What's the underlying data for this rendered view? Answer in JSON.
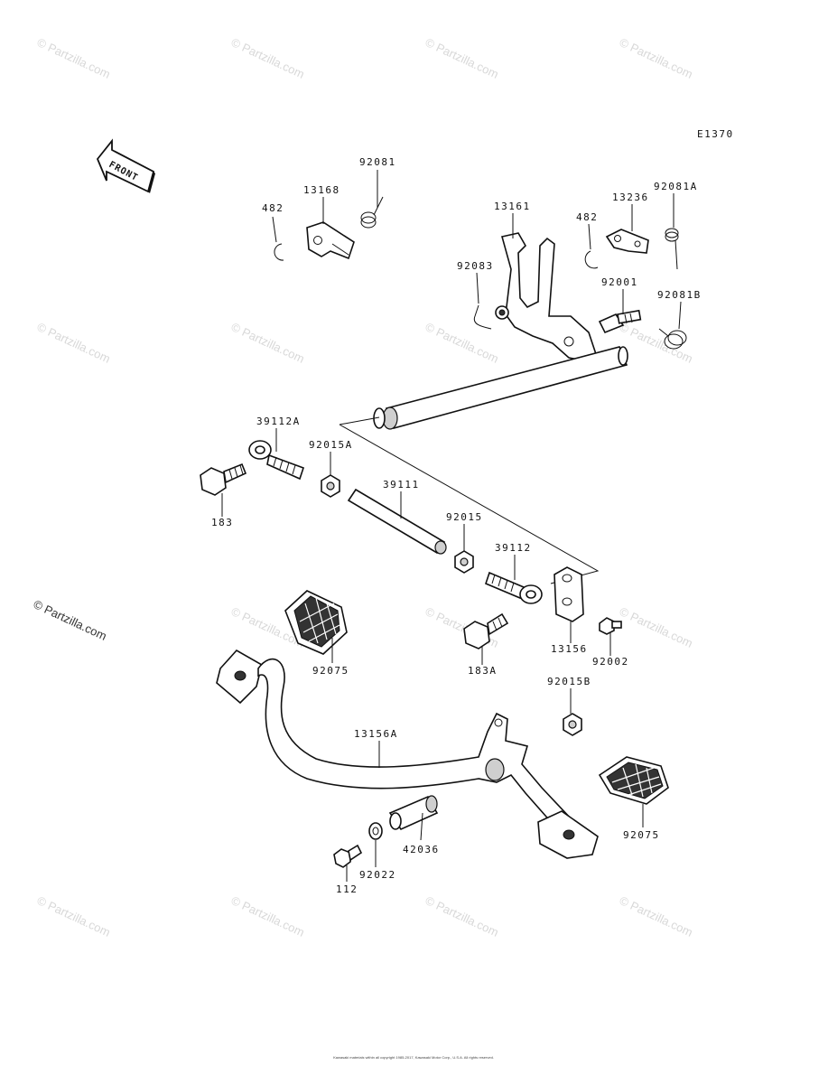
{
  "diagram": {
    "code": "E1370",
    "front_label": "FRONT",
    "copyright_small": "Kawasaki materials within all copyright 1985-2017, Kawasaki Motor Corp., U.S.A. All rights reserved.",
    "watermark_main": "© Partzilla.com",
    "watermark_repeat": "© Partzilla.com",
    "parts": [
      {
        "id": "p482a",
        "label": "482"
      },
      {
        "id": "p13168",
        "label": "13168"
      },
      {
        "id": "p92081",
        "label": "92081"
      },
      {
        "id": "p13161",
        "label": "13161"
      },
      {
        "id": "p482b",
        "label": "482"
      },
      {
        "id": "p13236",
        "label": "13236"
      },
      {
        "id": "p92081A",
        "label": "92081A"
      },
      {
        "id": "p92083",
        "label": "92083"
      },
      {
        "id": "p92001",
        "label": "92001"
      },
      {
        "id": "p92081B",
        "label": "92081B"
      },
      {
        "id": "p39112A",
        "label": "39112A"
      },
      {
        "id": "p92015A",
        "label": "92015A"
      },
      {
        "id": "p183",
        "label": "183"
      },
      {
        "id": "p39111",
        "label": "39111"
      },
      {
        "id": "p92015",
        "label": "92015"
      },
      {
        "id": "p39112",
        "label": "39112"
      },
      {
        "id": "p92075a",
        "label": "92075"
      },
      {
        "id": "p183A",
        "label": "183A"
      },
      {
        "id": "p13156",
        "label": "13156"
      },
      {
        "id": "p92002",
        "label": "92002"
      },
      {
        "id": "p92015B",
        "label": "92015B"
      },
      {
        "id": "p13156A",
        "label": "13156A"
      },
      {
        "id": "p92075b",
        "label": "92075"
      },
      {
        "id": "p42036",
        "label": "42036"
      },
      {
        "id": "p92022",
        "label": "92022"
      },
      {
        "id": "p112",
        "label": "112"
      }
    ]
  }
}
